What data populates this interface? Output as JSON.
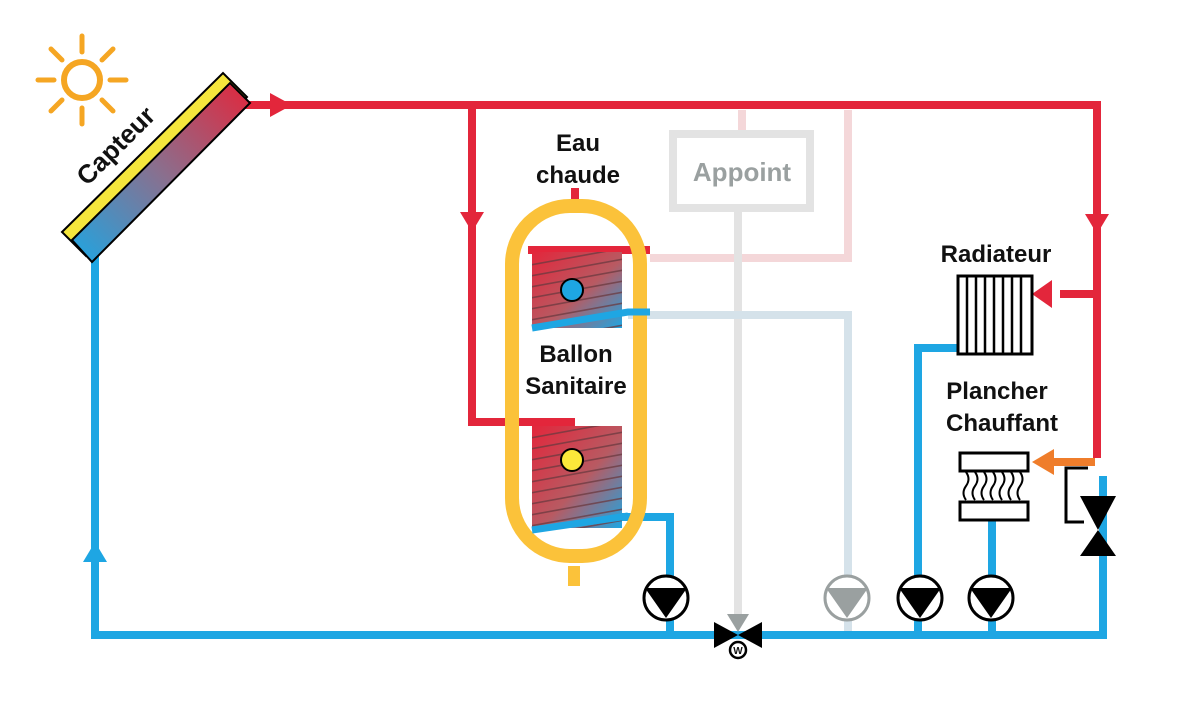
{
  "labels": {
    "capteur": "Capteur",
    "eau_chaude_line1": "Eau",
    "eau_chaude_line2": "chaude",
    "appoint": "Appoint",
    "ballon_line1": "Ballon",
    "ballon_line2": "Sanitaire",
    "radiateur": "Radiateur",
    "plancher_line1": "Plancher",
    "plancher_line2": "Chauffant"
  },
  "valve_letter": "W",
  "colors": {
    "hot": "#e3263b",
    "cold": "#1ea6e3",
    "tank": "#fbc23a",
    "faded_gray": "#e3e3e3",
    "faded_blue": "#d5e2ea",
    "faded_red": "#f4d7d9",
    "appoint_text": "#9aa0a0",
    "orange": "#ef7d2b",
    "sun": "#f5a623"
  }
}
